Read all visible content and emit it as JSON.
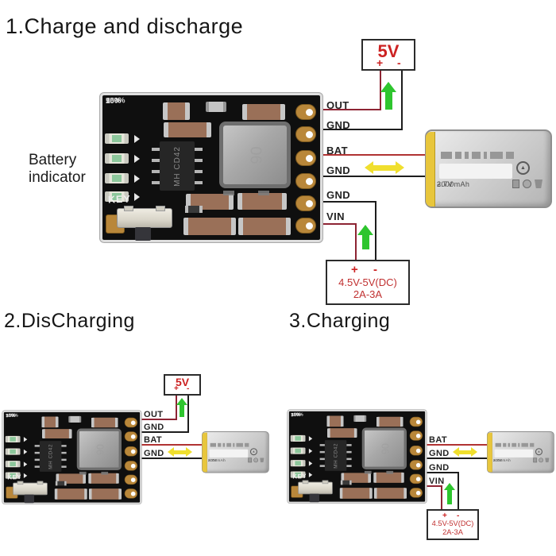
{
  "colors": {
    "wire_red": "#8d2433",
    "wire_black": "#1d1d1d",
    "arrow_green": "#2ec52e",
    "arrow_yellow": "#f0df2e",
    "text_red": "#cc2222",
    "pcb_black": "#0f0f0f",
    "pad_gold": "#b9873a",
    "battery_tab_yellow": "#e8c63c"
  },
  "pcb": {
    "percent_labels": [
      "25%",
      "50%",
      "75%",
      "100%"
    ],
    "key_label": "KEY",
    "chip_label": "MH CD42",
    "inductor_marking": "06"
  },
  "battery": {
    "minus": "-",
    "voltage": "3.7V",
    "capacity": "2000mAh",
    "circle_mark": "▲"
  },
  "boxes": {
    "five_v": {
      "label": "5V",
      "plus": "+",
      "minus": "-"
    },
    "dc_input": {
      "plus": "+",
      "minus": "-",
      "line1": "4.5V-5V(DC)",
      "line2": "2A-3A"
    }
  },
  "sections": [
    {
      "title": "1.Charge and discharge",
      "annotation": "Battery indicator",
      "pins": [
        "OUT",
        "GND",
        "BAT",
        "GND",
        "GND",
        "VIN"
      ]
    },
    {
      "title": "2.DisCharging",
      "pins": [
        "OUT",
        "GND",
        "BAT",
        "GND"
      ]
    },
    {
      "title": "3.Charging",
      "pins": [
        "BAT",
        "GND",
        "GND",
        "VIN"
      ]
    }
  ]
}
